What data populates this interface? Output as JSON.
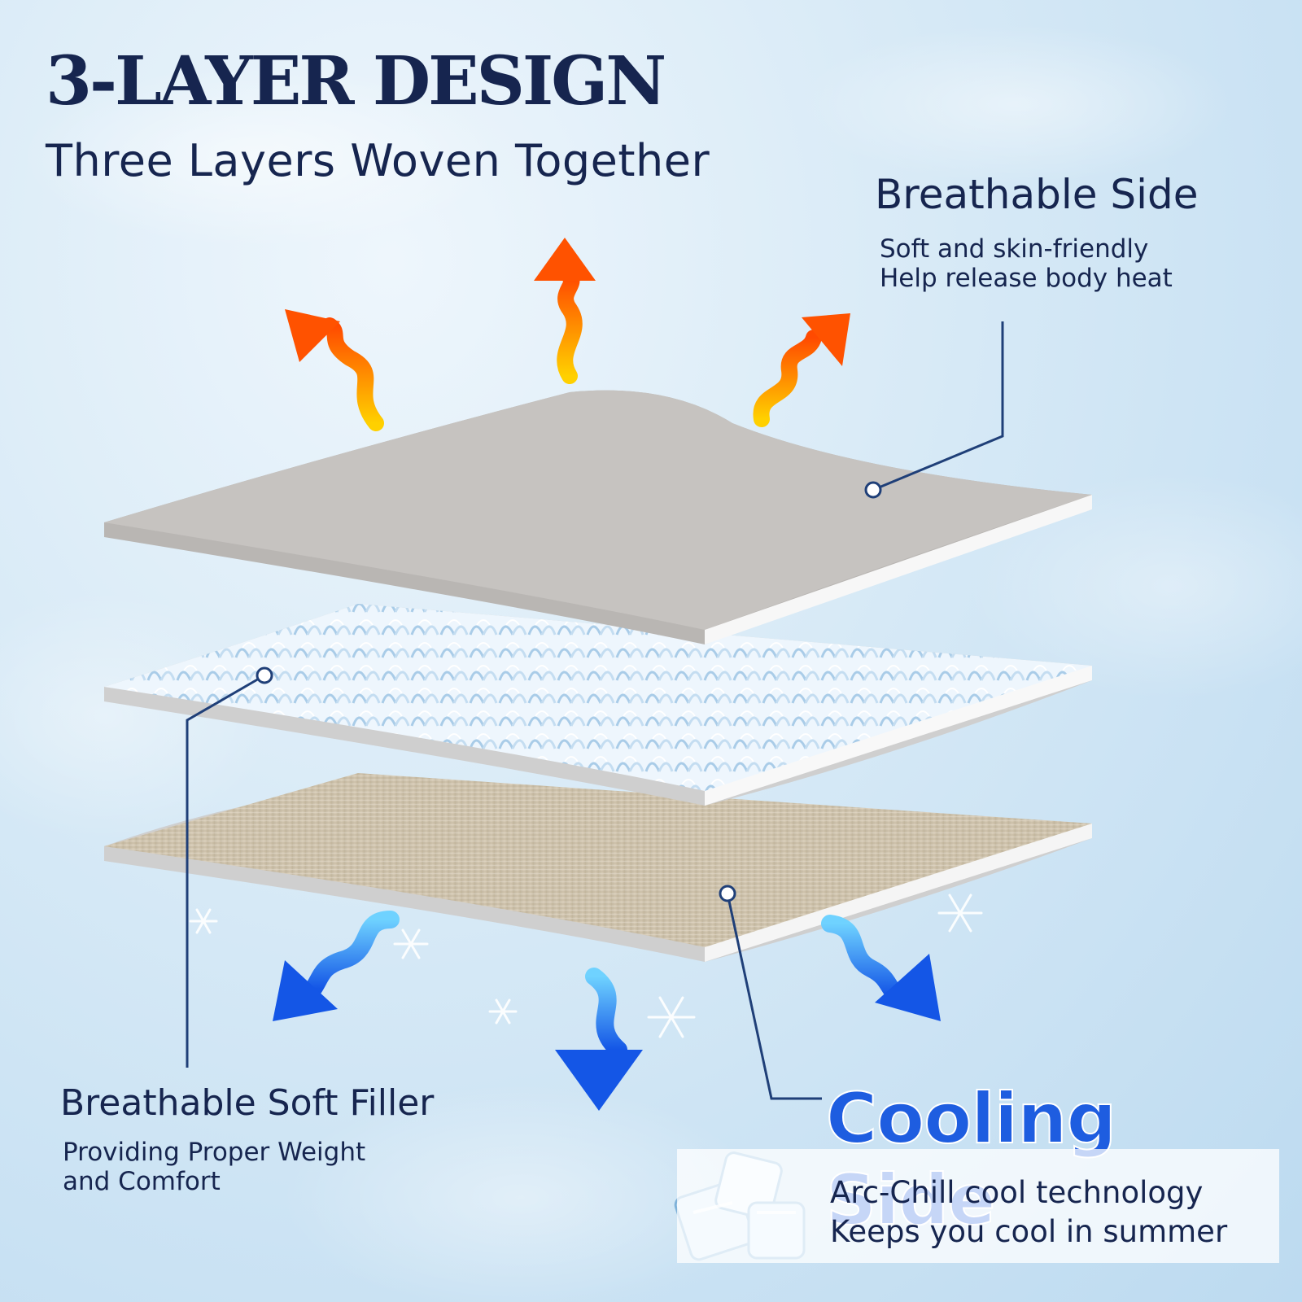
{
  "headline": "3-LAYER DESIGN",
  "subheadline": "Three Layers Woven Together",
  "layers": {
    "top": {
      "title": "Breathable Side",
      "lines": [
        "Soft and skin-friendly",
        "Help release body heat"
      ]
    },
    "middle": {
      "title": "Breathable Soft Filler",
      "lines": [
        "Providing Proper Weight",
        "and Comfort"
      ]
    },
    "bottom": {
      "title": "Cooling Side",
      "lines": [
        "Arc-Chill cool technology",
        "Keeps you cool in summer"
      ]
    }
  },
  "icons": [
    "heat-arrow-icon",
    "cool-arrow-icon",
    "snowflake-icon",
    "ice-cubes-icon"
  ],
  "colors": {
    "heading": "#16254f",
    "accent_blue": "#1e5de0",
    "heat_orange": "#ff5a00",
    "heat_yellow": "#ffc400",
    "top_layer": "#c6c3c0",
    "bottom_layer": "#cbbfa9"
  }
}
